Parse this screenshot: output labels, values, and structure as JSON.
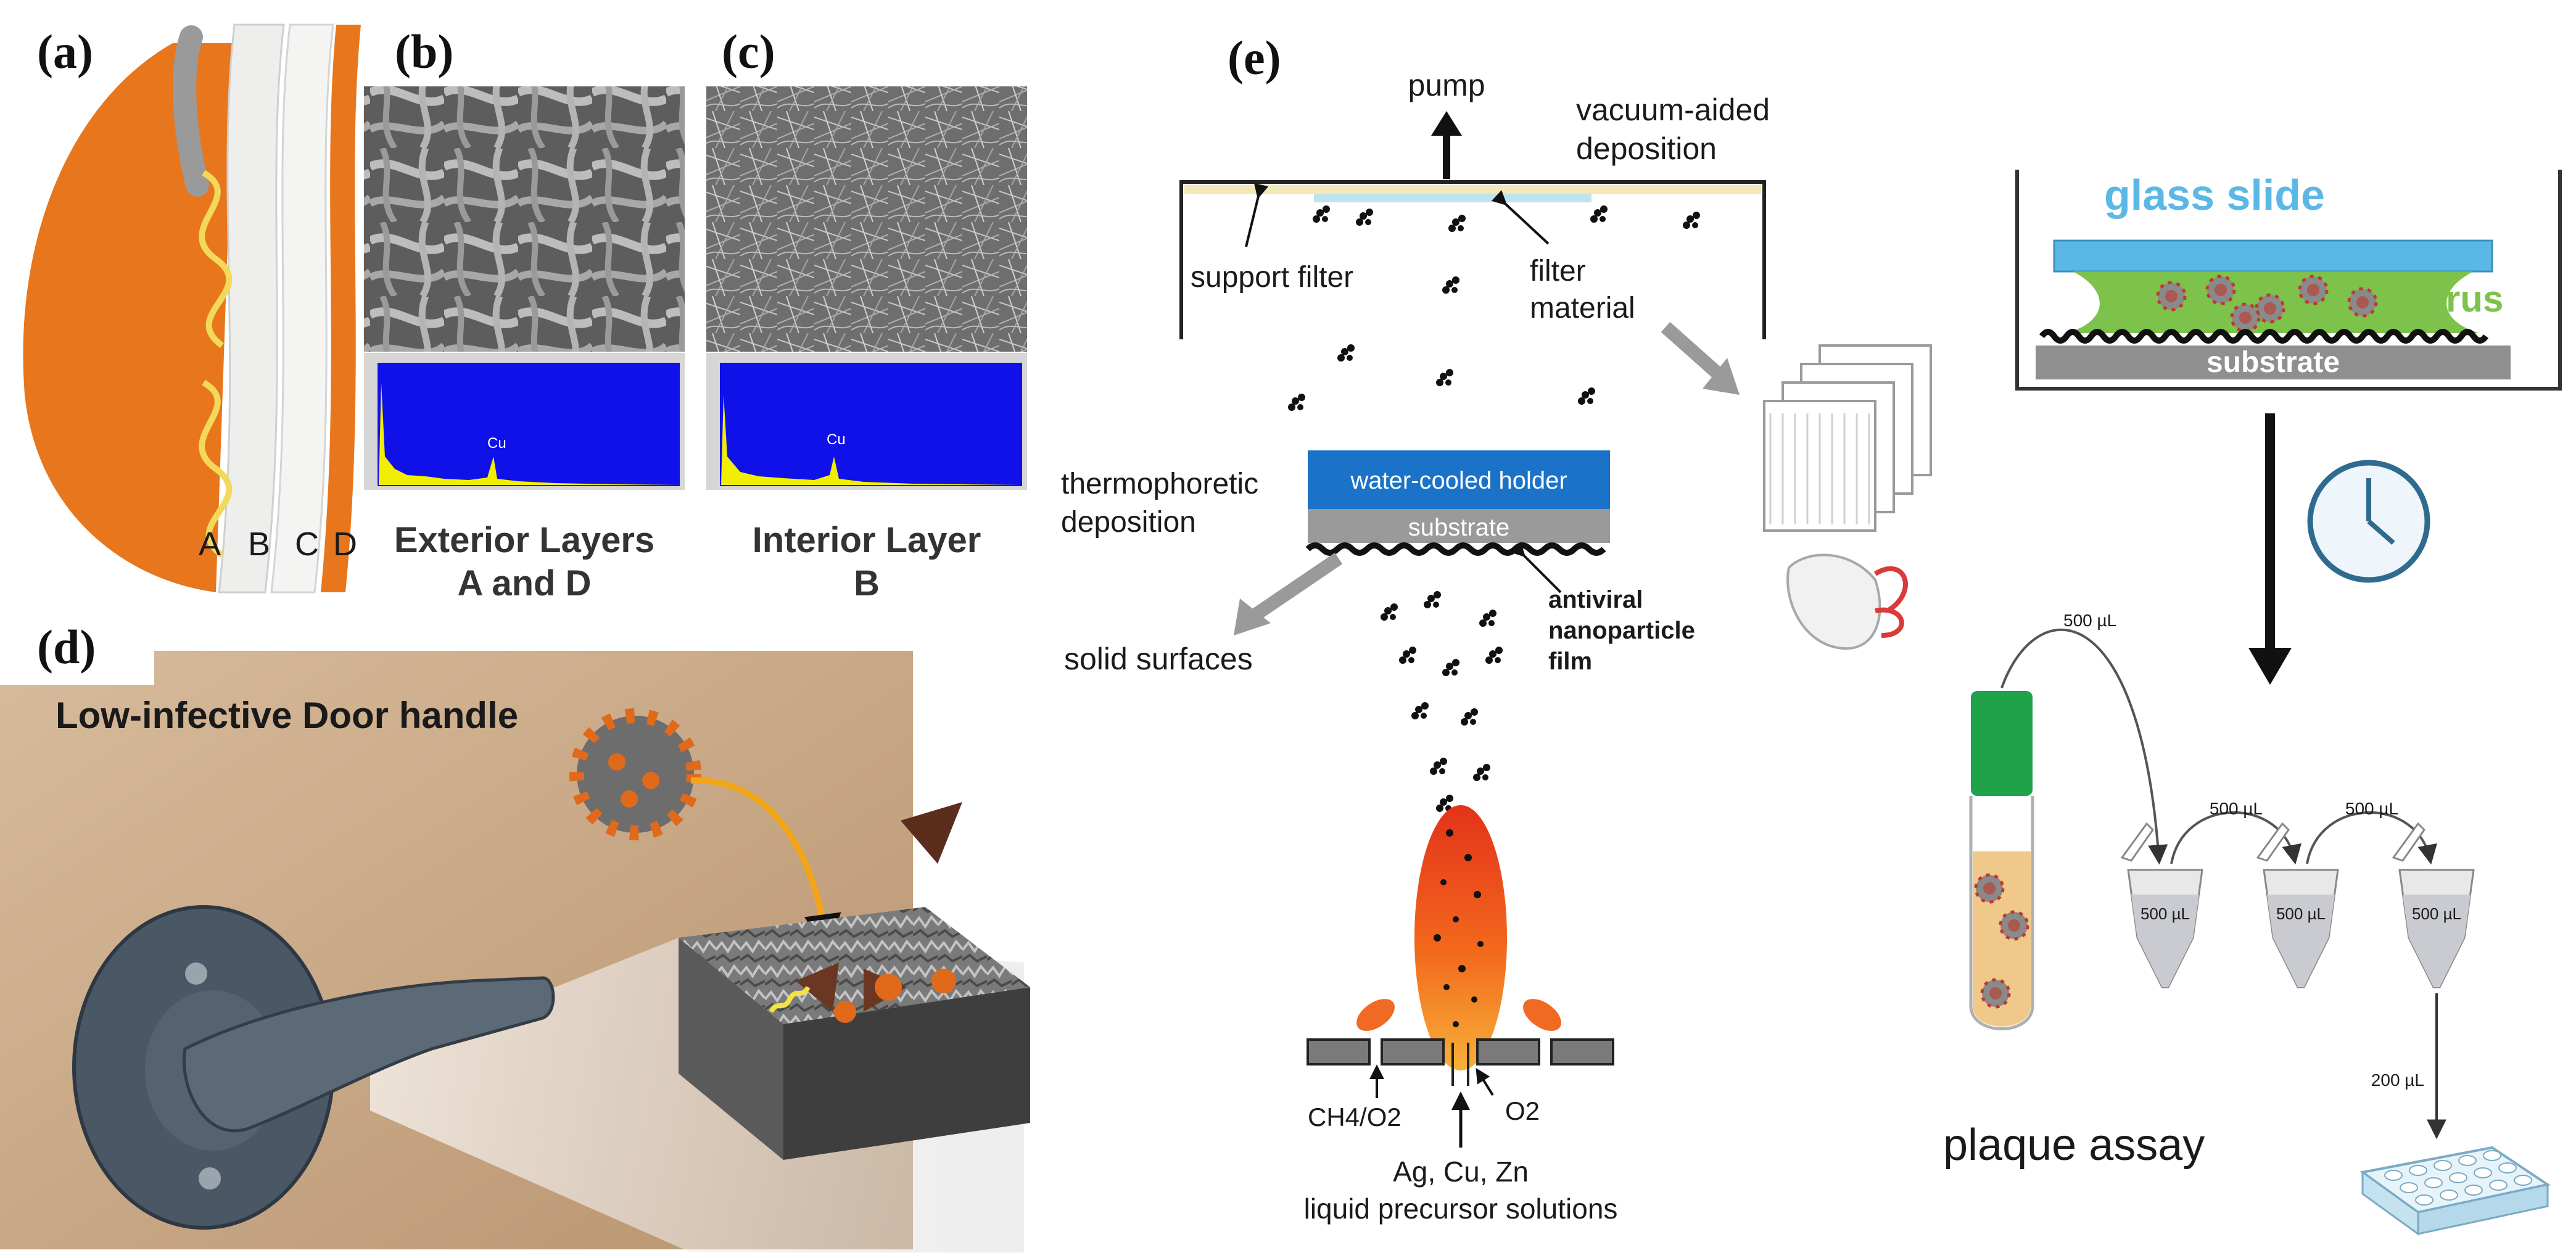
{
  "figure": {
    "panel_labels": {
      "a": "(a)",
      "b": "(b)",
      "c": "(c)",
      "d": "(d)",
      "e": "(e)"
    },
    "panel_a": {
      "layer_labels": [
        "A",
        "B",
        "C",
        "D"
      ]
    },
    "panel_b": {
      "caption_line1": "Exterior Layers",
      "caption_line2": "A and D",
      "eds_peak_label": "Cu"
    },
    "panel_c": {
      "caption_line1": "Interior Layer",
      "caption_line2": "B",
      "eds_peak_label": "Cu"
    },
    "panel_d": {
      "title": "Low-infective Door handle"
    },
    "panel_e": {
      "pump": "pump",
      "vacuum_line1": "vacuum-aided",
      "vacuum_line2": "deposition",
      "support_filter": "support filter",
      "filter_line1": "filter",
      "filter_line2": "material",
      "thermo_line1": "thermophoretic",
      "thermo_line2": "deposition",
      "holder": "water-cooled holder",
      "substrate": "substrate",
      "solid_surfaces": "solid surfaces",
      "film_line1": "antiviral",
      "film_line2": "nanoparticle",
      "film_line3": "film",
      "ch4o2": "CH4/O2",
      "o2": "O2",
      "precursor_line1": "Ag, Cu, Zn",
      "precursor_line2": "liquid precursor solutions"
    },
    "panel_f": {
      "glass_slide": "glass slide",
      "virus": "virus",
      "substrate": "substrate",
      "vol_transfer_1": "500 µL",
      "vol_transfer_2": "500 µL",
      "vol_transfer_3": "500 µL",
      "tube_vol_1": "500 µL",
      "tube_vol_2": "500 µL",
      "tube_vol_3": "500 µL",
      "vol_plate": "200 µL",
      "plaque_assay": "plaque assay"
    },
    "colors": {
      "mask_orange": "#e8761c",
      "sem_blue": "#1010e8",
      "spectrum_yellow": "#f2ee00",
      "holder_blue": "#1a73c9",
      "glass_blue": "#5bb8e6",
      "virus_green": "#7dc24a",
      "door_wall": "#c9a98a",
      "flame_red": "#e83a18"
    }
  }
}
